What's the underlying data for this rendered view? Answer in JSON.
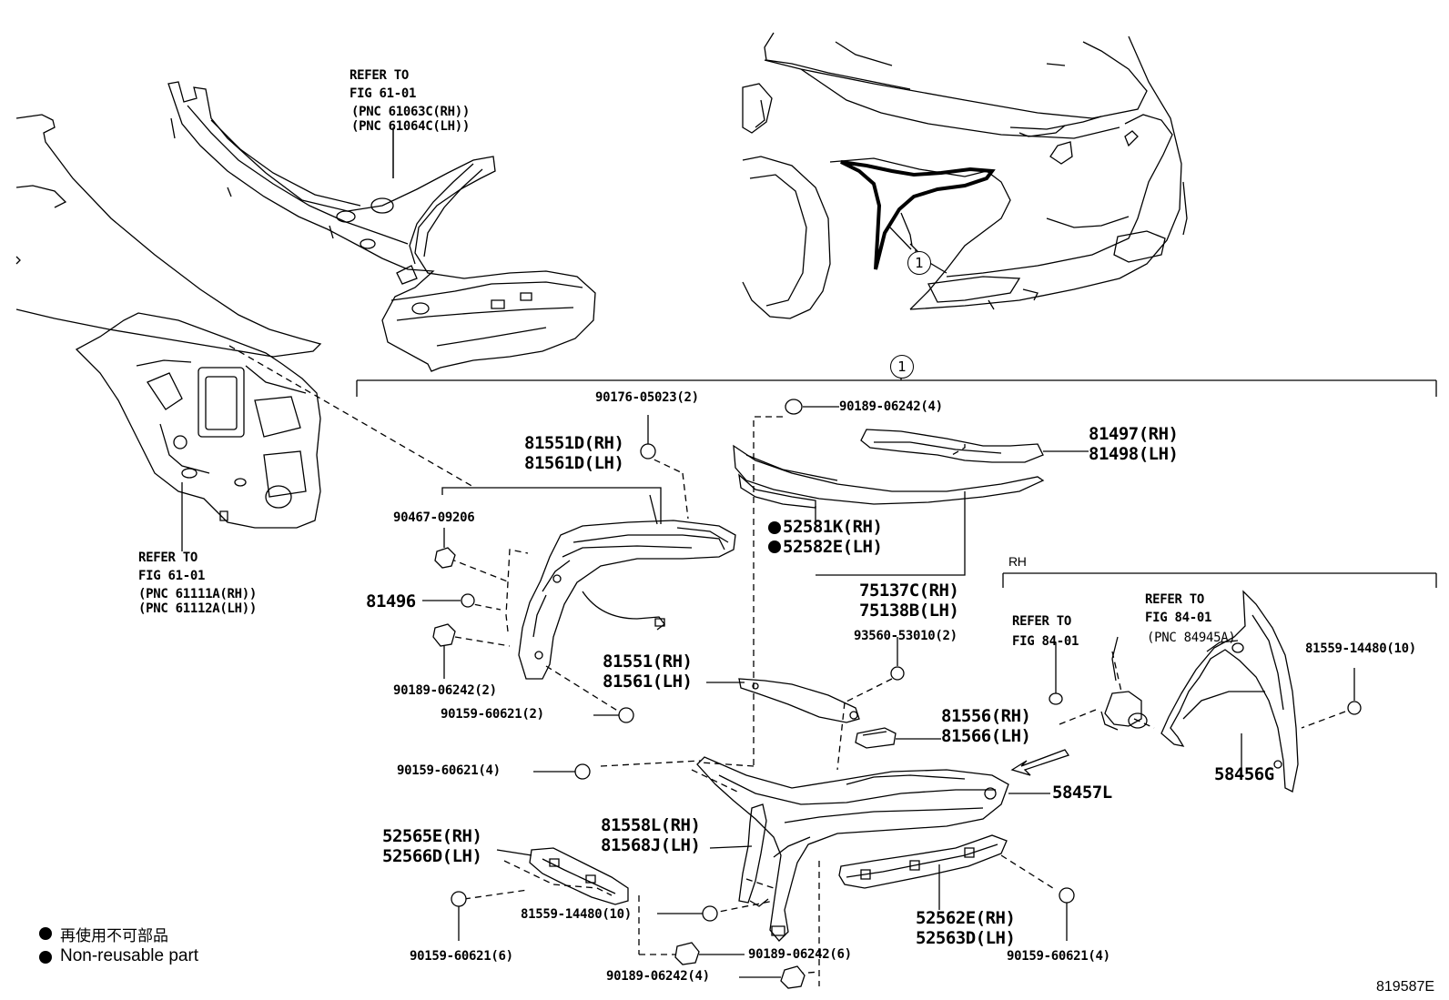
{
  "refs": {
    "upper_body": [
      "REFER TO",
      "FIG 61-01",
      "(PNC 61063C(RH))",
      "(PNC 61064C(LH))"
    ],
    "side_panel": [
      "REFER TO",
      "FIG 61-01",
      "(PNC 61111A(RH))",
      "(PNC 61112A(LH))"
    ],
    "rh_left": [
      "REFER TO",
      "FIG 84-01"
    ],
    "rh_right": [
      "REFER TO",
      "FIG 84-01",
      "(PNC 84945A)"
    ]
  },
  "callout": "1",
  "rh_label": "RH",
  "parts": {
    "p90176": "90176-05023(2)",
    "p90189_top": "90189-06242(4)",
    "p81497": "81497(RH)",
    "p81498": "81498(LH)",
    "p81551d": "81551D(RH)",
    "p81561d": "81561D(LH)",
    "p52581": "52581K(RH)",
    "p52582": "52582E(LH)",
    "p90467": "90467-09206",
    "p75137": "75137C(RH)",
    "p75138": "75138B(LH)",
    "p93560": "93560-53010(2)",
    "p81496": "81496",
    "p81551": "81551(RH)",
    "p81561": "81561(LH)",
    "p90189_2": "90189-06242(2)",
    "p90159_2": "90159-60621(2)",
    "p81556": "81556(RH)",
    "p81566": "81566(LH)",
    "p81559_rh": "81559-14480(10)",
    "p58456": "58456G",
    "p90159_4a": "90159-60621(4)",
    "p58457": "58457L",
    "p52565": "52565E(RH)",
    "p52566": "52566D(LH)",
    "p81558": "81558L(RH)",
    "p81568": "81568J(LH)",
    "p81559_10": "81559-14480(10)",
    "p52562": "52562E(RH)",
    "p52563": "52563D(LH)",
    "p90159_6": "90159-60621(6)",
    "p90189_6": "90189-06242(6)",
    "p90189_4b": "90189-06242(4)",
    "p90159_4b": "90159-60621(4)"
  },
  "legend": {
    "jp": "再使用不可部品",
    "en": "Non-reusable part"
  },
  "figure_id": "819587E"
}
